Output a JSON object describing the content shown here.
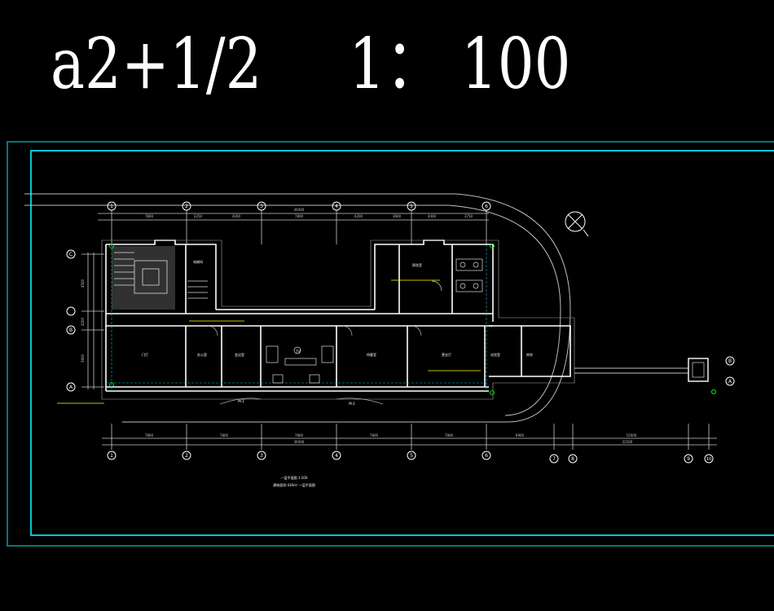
{
  "header": {
    "sheet_label": "a2+1/2",
    "scale_label": "1： 100"
  },
  "colors": {
    "background": "#000000",
    "sheet_frame": "#00c8d0",
    "walls": "#ffffff",
    "dimension_lines": "#c8c8c8",
    "annotation_text": "#ffff00",
    "hatch": "#8a8a8a",
    "grid_marker": "#00ff00"
  },
  "grid_axes": {
    "numbered": [
      "1",
      "2",
      "3",
      "4",
      "5",
      "6",
      "7",
      "8",
      "9",
      "10"
    ],
    "lettered": [
      "A",
      "B",
      "C"
    ]
  },
  "dimensions": {
    "top_segments": [
      "7800",
      "2250",
      "4200",
      "7800",
      "4200",
      "3600",
      "4400",
      "3750"
    ],
    "bottom_segments": [
      "7800",
      "7800",
      "7800",
      "7800",
      "7800",
      "6900",
      "22500",
      "15000"
    ],
    "left_segments": [
      "4500",
      "4200",
      "3600"
    ],
    "top_overall": "39300",
    "bottom_overall": "39300"
  },
  "room_labels": [
    "门厅",
    "办公室",
    "会议室",
    "TV",
    "待客室",
    "营业厅",
    "化验室",
    "库房",
    "卵洗室",
    "电梯间"
  ],
  "annotations": {
    "plan_title": "一层平面图 1:100",
    "plan_subtitle": "建筑面积:430m² 一层平面图",
    "door_tag_left": "M-1",
    "door_tag_right": "M-2"
  }
}
